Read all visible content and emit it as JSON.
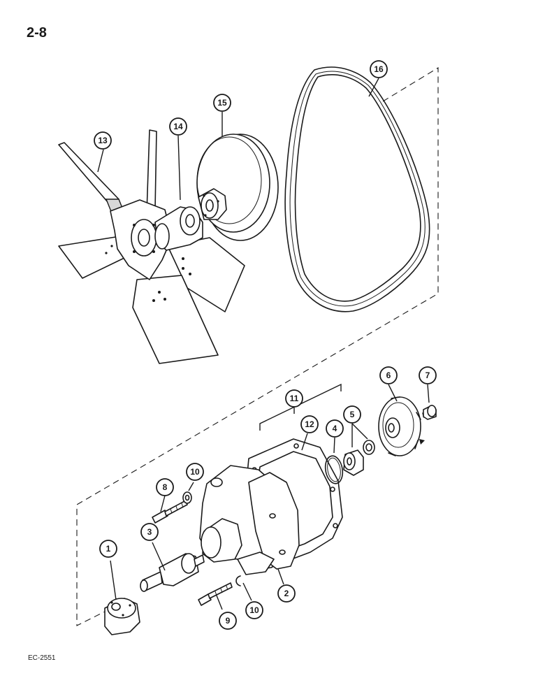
{
  "page": {
    "number": "2-8",
    "drawing_code": "EC-2551"
  },
  "callouts": {
    "c1": "1",
    "c2": "2",
    "c3": "3",
    "c4": "4",
    "c5": "5",
    "c6": "6",
    "c7": "7",
    "c8": "8",
    "c9": "9",
    "c10a": "10",
    "c10b": "10",
    "c11": "11",
    "c12": "12",
    "c13": "13",
    "c14": "14",
    "c15": "15",
    "c16": "16"
  }
}
